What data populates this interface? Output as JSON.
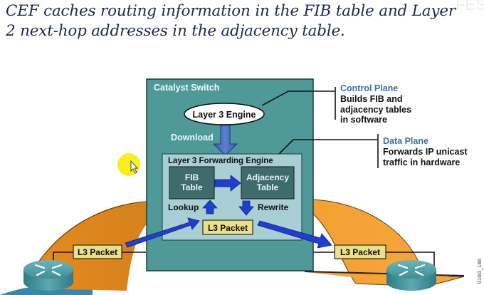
{
  "title": {
    "line1": "CEF caches routing information in the FIB table and Layer",
    "line2": "2 next-hop addresses in the adjacency table."
  },
  "diagram": {
    "switch_label": "Catalyst Switch",
    "engine_label": "Layer 3 Engine",
    "download_label": "Download",
    "forwarding_engine_label": "Layer 3 Forwarding Engine",
    "fib_table": [
      "FIB",
      "Table"
    ],
    "adjacency_table": [
      "Adjacency",
      "Table"
    ],
    "lookup_label": "Lookup",
    "rewrite_label": "Rewrite",
    "inner_packet_label": "L3 Packet",
    "left_packet_label": "L3 Packet",
    "right_packet_label": "L3 Packet",
    "control_plane": {
      "heading": "Control Plane",
      "lines": [
        "Builds FIB and",
        "adjacency tables",
        "in software"
      ]
    },
    "data_plane": {
      "heading": "Data Plane",
      "lines": [
        "Forwards IP unicast",
        "traffic in hardware"
      ]
    },
    "figure_id": "010G_166",
    "left_router": "router-icon",
    "right_router": "router-icon"
  },
  "colors": {
    "switch_fill": "#4f9a98",
    "engine_panel": "#a9cfd4",
    "table_fill": "#3f6b6b",
    "arrow_blue": "#1f3fd0",
    "orange": "#f09a28",
    "packet_fill": "#e8e08a",
    "heading_blue": "#3f6fa8",
    "cursor_highlight": "#f7ef1e"
  }
}
